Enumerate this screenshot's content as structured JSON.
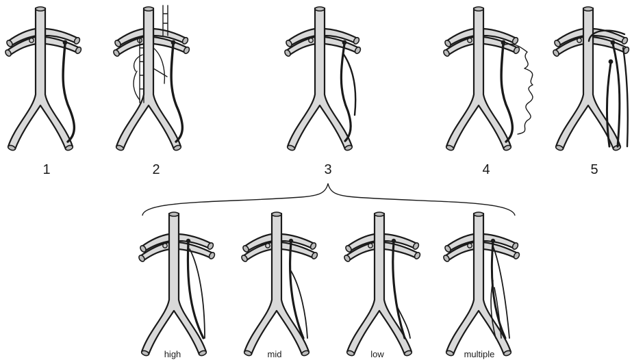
{
  "top_row": {
    "labels": [
      "1",
      "2",
      "3",
      "4",
      "5"
    ]
  },
  "bottom_row": {
    "labels": [
      "high",
      "mid",
      "low",
      "multiple"
    ]
  }
}
